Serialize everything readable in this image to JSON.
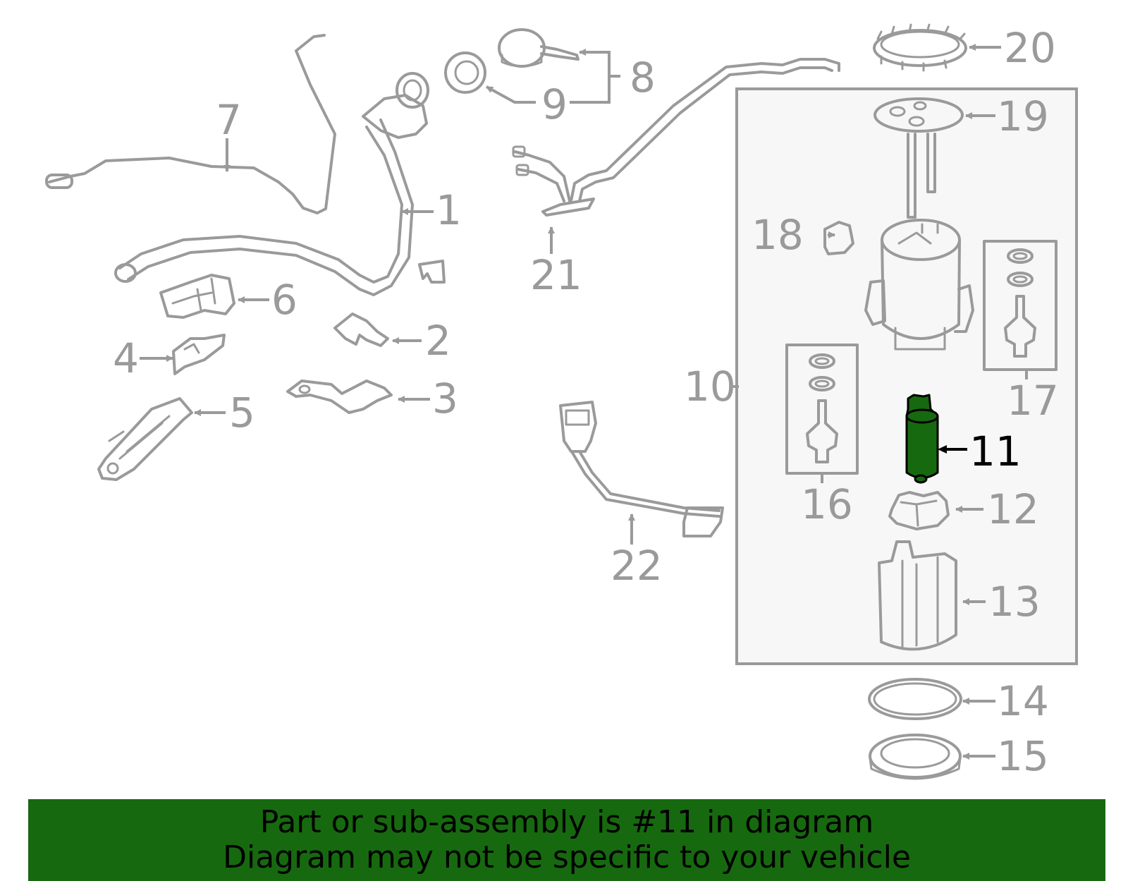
{
  "diagram": {
    "callouts": {
      "c1": "1",
      "c2": "2",
      "c3": "3",
      "c4": "4",
      "c5": "5",
      "c6": "6",
      "c7": "7",
      "c8": "8",
      "c9": "9",
      "c10": "10",
      "c11": "11",
      "c12": "12",
      "c13": "13",
      "c14": "14",
      "c15": "15",
      "c16": "16",
      "c17": "17",
      "c18": "18",
      "c19": "19",
      "c20": "20",
      "c21": "21",
      "c22": "22"
    },
    "highlighted_part": "11",
    "colors": {
      "part_stroke": "#9a9a9a",
      "assembly_box_fill": "#f7f7f7",
      "highlight_fill": "#17690f",
      "highlight_text": "#000000",
      "banner_fill": "#17690f"
    }
  },
  "banner": {
    "line1": "Part or sub-assembly is #11 in diagram",
    "line2": "Diagram may not be specific to your vehicle"
  }
}
